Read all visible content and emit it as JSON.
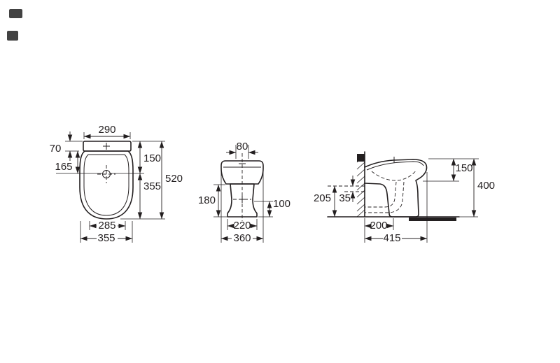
{
  "drawing": {
    "kind": "sanitaryware-dimension-diagram",
    "ink_color": "#231f20",
    "background_color": "#ffffff",
    "views": {
      "plan": {
        "top_width": "290",
        "ledge_depth": "70",
        "tap_offset": "165",
        "upper_depth": "150",
        "lower_depth": "355",
        "total_depth": "520",
        "base_width": "285",
        "overall_width": "355"
      },
      "front": {
        "spud_width": "80",
        "left_height": "180",
        "right_height": "100",
        "base_width": "220",
        "overall_width": "360"
      },
      "side": {
        "rim_drop": "150",
        "overall_height": "400",
        "outlet_height": "205",
        "inlet_offset": "35",
        "outlet_depth": "200",
        "overall_depth": "415"
      }
    }
  }
}
